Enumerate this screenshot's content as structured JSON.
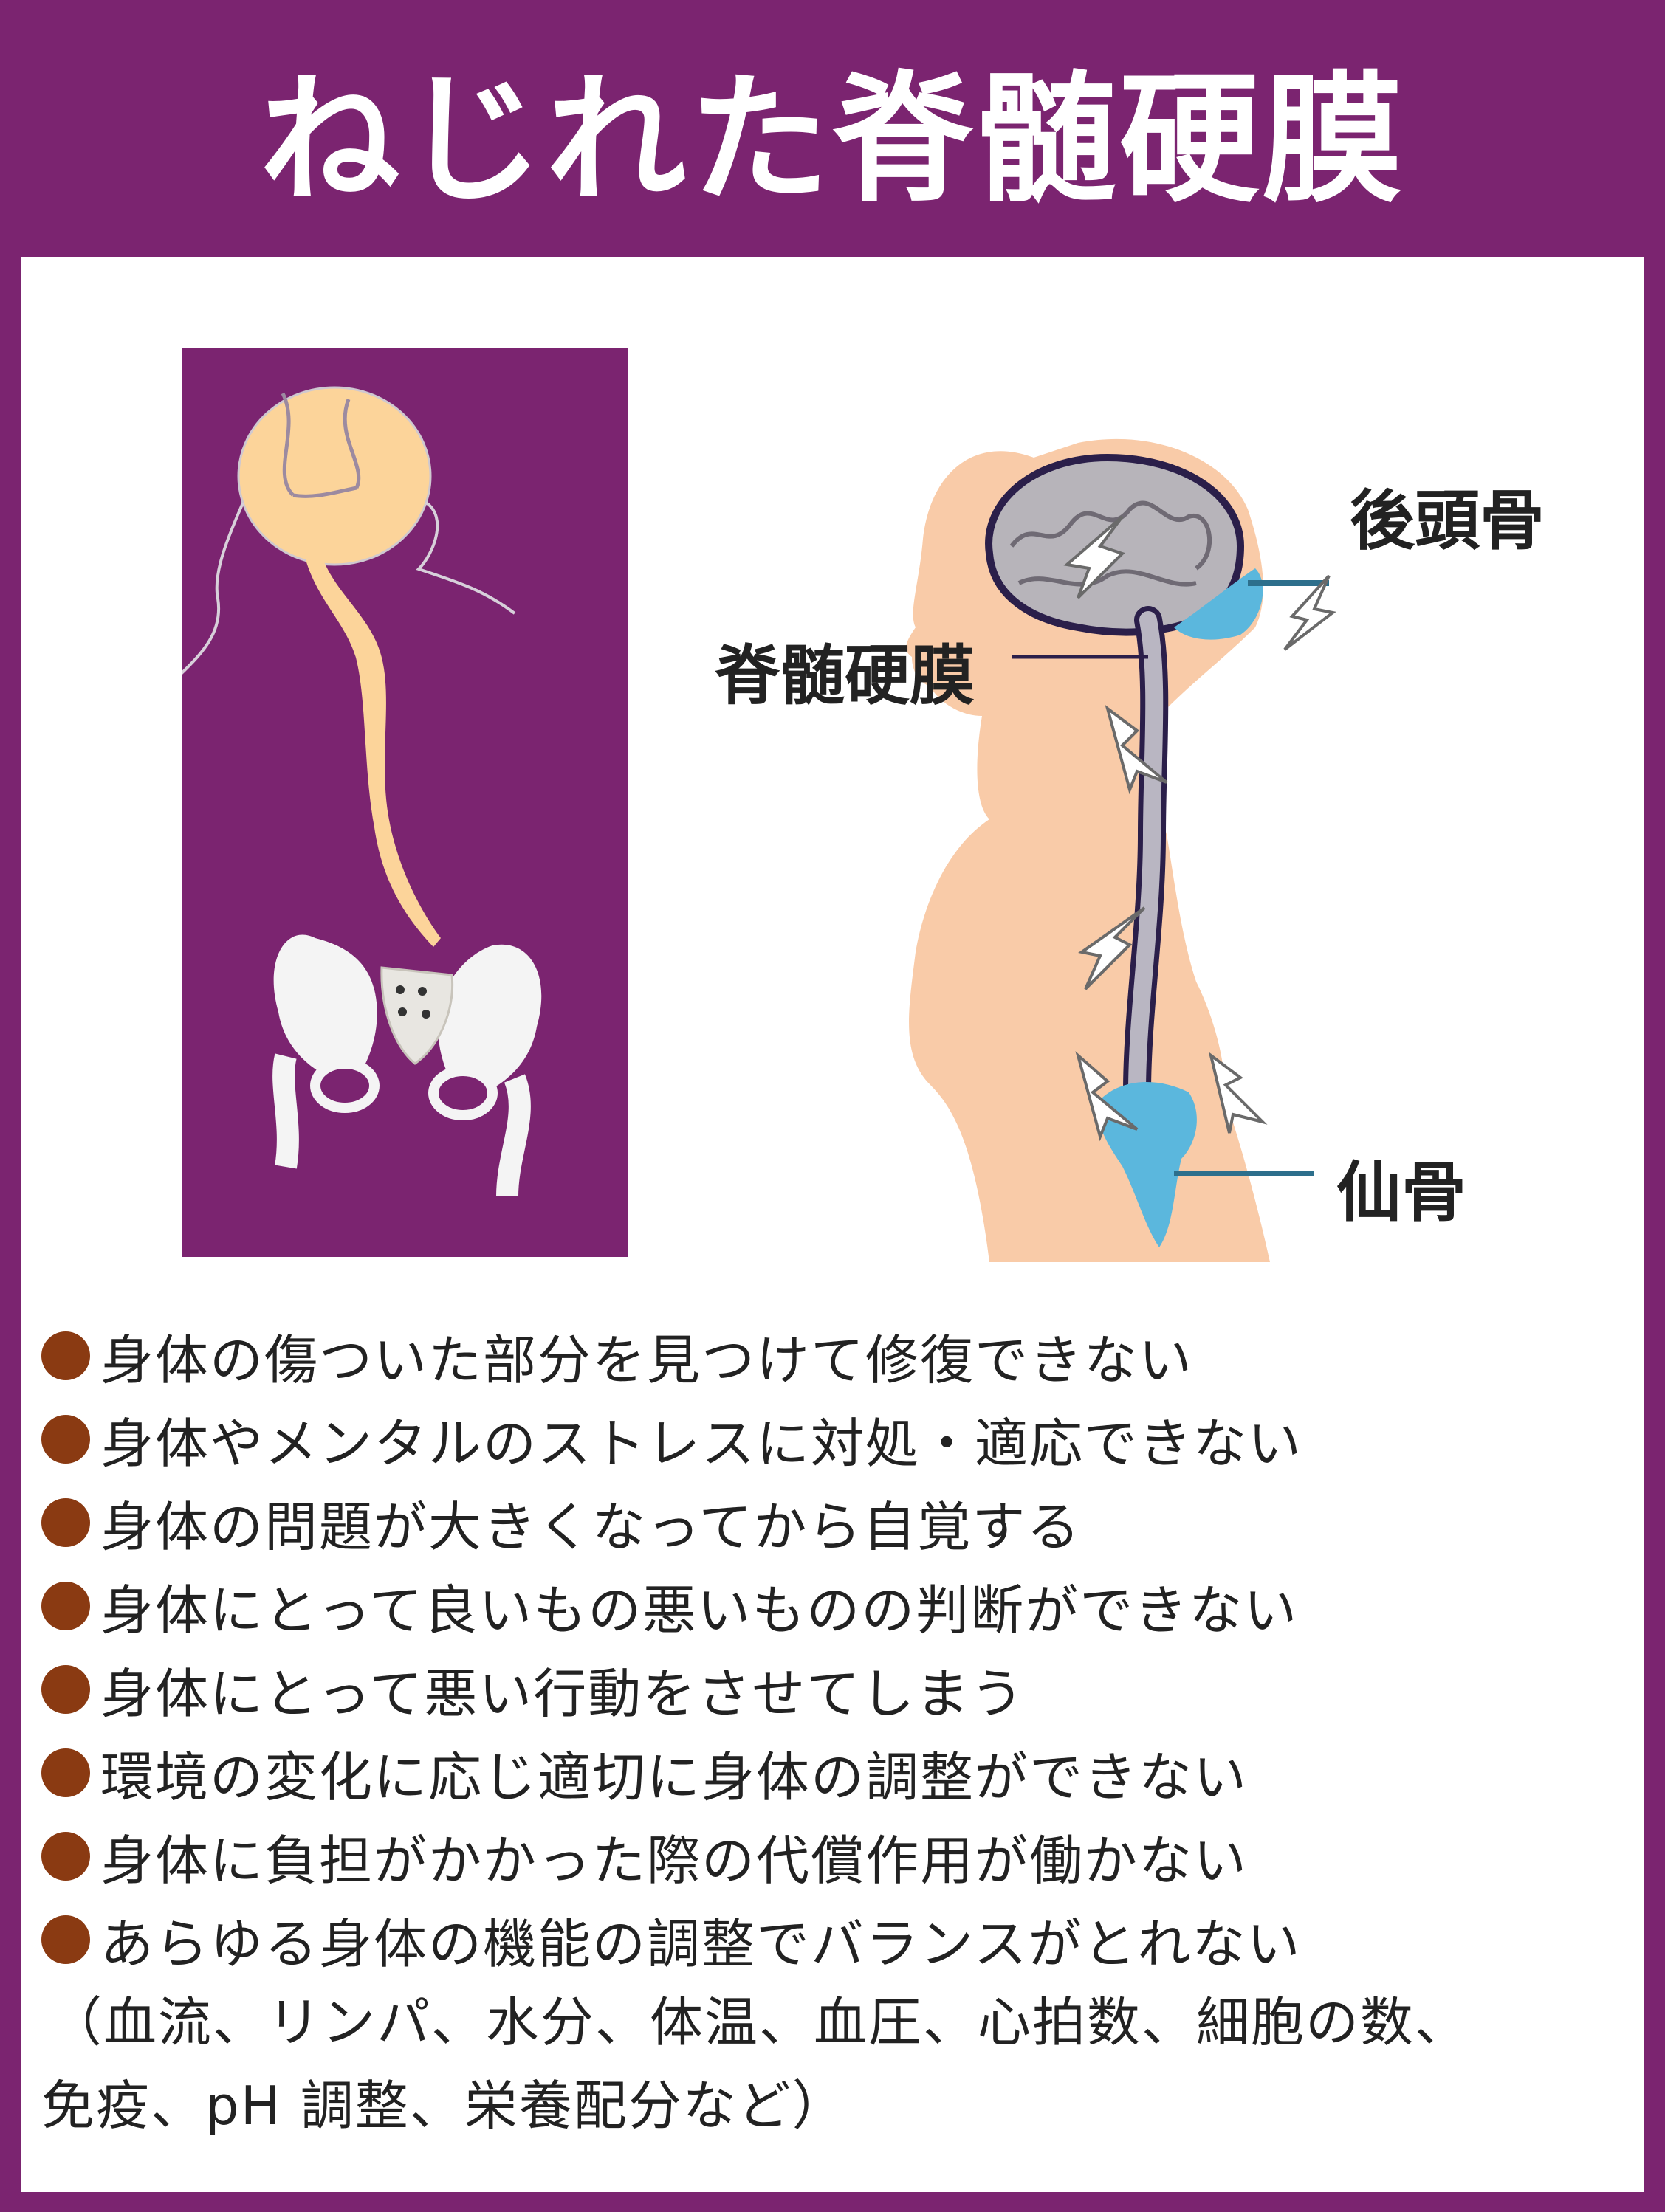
{
  "title": "ねじれた脊髄硬膜",
  "colors": {
    "frame": "#7b2470",
    "bullet": "#8a3a12",
    "skin": "#f7c9a7",
    "bone_highlight": "#5bb7dd",
    "brain": "#b7b4ba"
  },
  "diagram": {
    "labels": {
      "occipital": "後頭骨",
      "dura": "脊髄硬膜",
      "sacrum": "仙骨"
    }
  },
  "bullets": [
    "身体の傷ついた部分を見つけて修復できない",
    "身体やメンタルのストレスに対処・適応できない",
    "身体の問題が大きくなってから自覚する",
    "身体にとって良いもの悪いものの判断ができない",
    "身体にとって悪い行動をさせてしまう",
    "環境の変化に応じ適切に身体の調整ができない",
    "身体に負担がかかった際の代償作用が働かない",
    "あらゆる身体の機能の調整でバランスがとれない"
  ],
  "note_line1": "（血流、リンパ、水分、体温、血圧、心拍数、細胞の数、",
  "note_line2": "免疫、pH 調整、栄養配分など）"
}
